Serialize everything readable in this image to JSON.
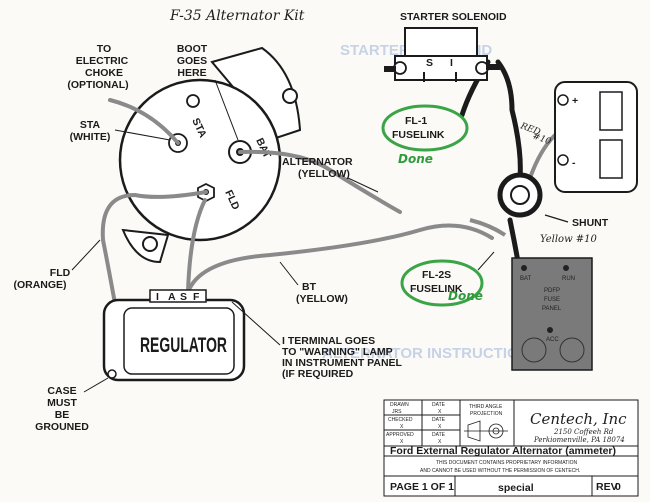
{
  "header_note": "F-35  Alternator Kit",
  "watermark": {
    "top": "STARTER SOLENOID",
    "bottom": "ALTERNATOR INSTRUCTIONS"
  },
  "labels": {
    "electric_choke": [
      "TO",
      "ELECTRIC",
      "CHOKE",
      "(OPTIONAL)"
    ],
    "boot": [
      "BOOT",
      "GOES",
      "HERE"
    ],
    "sta": [
      "STA",
      "(WHITE)"
    ],
    "alternator": [
      "ALTERNATOR",
      "(YELLOW)"
    ],
    "fld": [
      "FLD",
      "(ORANGE)"
    ],
    "bt": [
      "BT",
      "(YELLOW)"
    ],
    "case": [
      "CASE",
      "MUST",
      "BE",
      "GROUNED"
    ],
    "i_terminal": [
      "I TERMINAL GOES",
      "TO \"WARNING\" LAMP",
      "IN INSTRUMENT PANEL",
      "(IF REQUIRED"
    ],
    "shunt": "SHUNT",
    "starter_solenoid": "STARTER SOLENOID",
    "solenoid_terminals": [
      "S",
      "I"
    ],
    "fl1": [
      "FL-1",
      "FUSELINK"
    ],
    "fl2s": [
      "FL-2S",
      "FUSELINK"
    ]
  },
  "alternator_terminals": {
    "sta": "STA",
    "bat": "BAT",
    "fld": "FLD"
  },
  "regulator": {
    "name": "REGULATOR",
    "terminals": [
      "I",
      "A",
      "S",
      "F"
    ]
  },
  "battery": {
    "plus": "+",
    "minus": "-"
  },
  "fuse_panel": {
    "bat": "BAT",
    "run": "RUN",
    "title": [
      "PDFP",
      "FUSE",
      "PANEL"
    ],
    "acc": "ACC"
  },
  "handwritten": {
    "red": [
      "RED",
      "#10"
    ],
    "yellow": "Yellow #10",
    "done1": "Done",
    "done2": "Done"
  },
  "title_block": {
    "drawn_label": "DRAWN",
    "drawn_value": "JRS",
    "checked_label": "CHECKED",
    "checked_value": "X",
    "approved_label": "APPROVED",
    "approved_value": "X",
    "date_label": "DATE",
    "date_value": "X",
    "projection": [
      "THIRD ANGLE",
      "PROJECTION"
    ],
    "company": "Centech, Inc",
    "address": [
      "2150 Coffeeh Rd",
      "Perkiomenville, PA 18074"
    ],
    "title": "Ford External Regulator Alternator (ammeter)",
    "notice": [
      "THIS DOCUMENT CONTAINS PROPRIETARY INFORMATION",
      "AND CANNOT BE USED WITHOUT THE PERMISSION OF CENTECH."
    ],
    "page": "PAGE 1 OF 1",
    "special": "special",
    "rev_label": "REV",
    "rev_value": "0"
  },
  "colors": {
    "wire": "#8a8a8a",
    "ink": "#1b1b1b",
    "green_ink": "#2f9a3c",
    "watermark": "#c6d3e6"
  }
}
